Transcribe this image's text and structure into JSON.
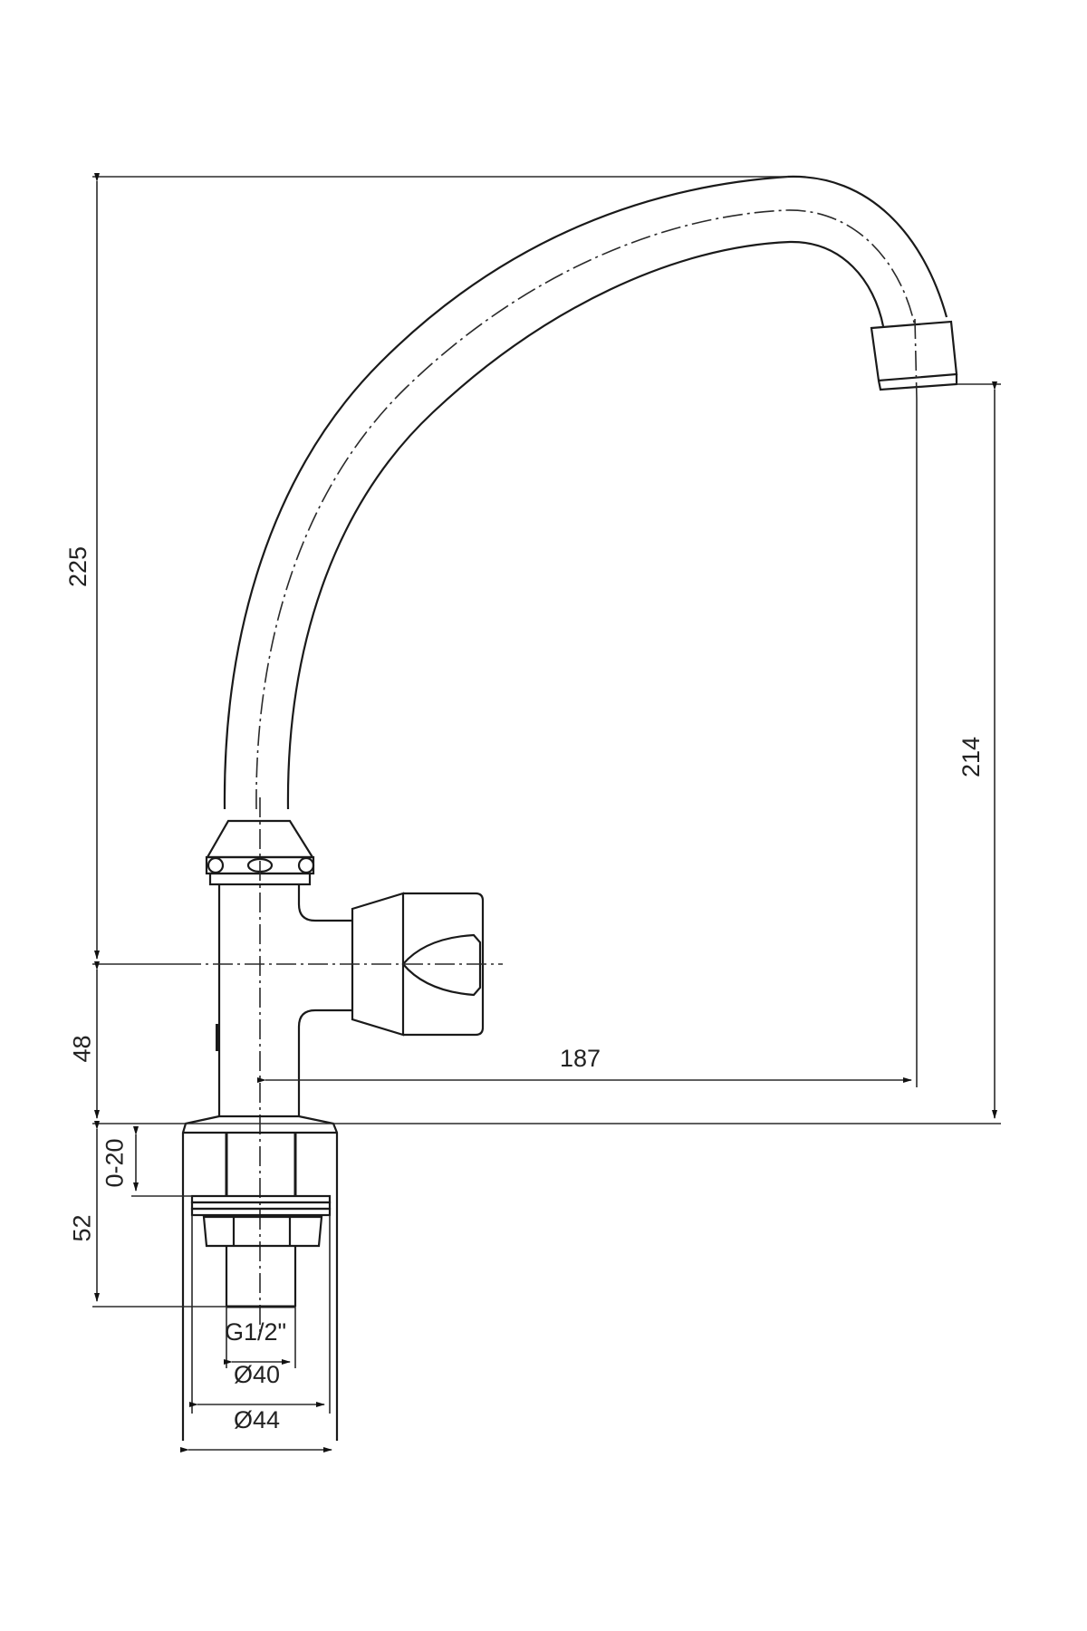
{
  "drawing": {
    "subject": "Pillar faucet with swivel spout and top handle",
    "line_color": "#1a1a1a",
    "background": "#ffffff"
  },
  "dimensions": {
    "total_height": "225",
    "spout_outlet_height": "214",
    "spout_reach": "187",
    "handle_axis_height": "48",
    "clamping_range": "0-20",
    "shank_length": "52",
    "thread": "G1/2\"",
    "base_inner_diameter": "Ø40",
    "base_outer_diameter": "Ø44"
  }
}
